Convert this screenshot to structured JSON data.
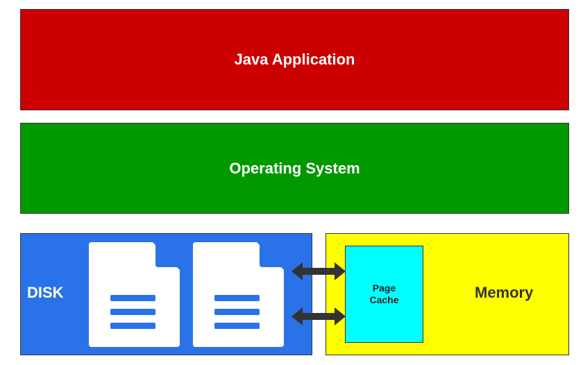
{
  "layers": {
    "application": "Java Application",
    "operating_system": "Operating System"
  },
  "disk": {
    "label": "DISK",
    "files": [
      "document-icon",
      "document-icon"
    ]
  },
  "memory": {
    "label": "Memory",
    "page_cache": "Page\nCache"
  },
  "colors": {
    "application": "#cc0000",
    "operating_system": "#009900",
    "disk": "#2a72e8",
    "memory": "#ffff00",
    "page_cache": "#00ffff"
  },
  "icons": [
    "document-icon",
    "double-arrow-icon"
  ]
}
